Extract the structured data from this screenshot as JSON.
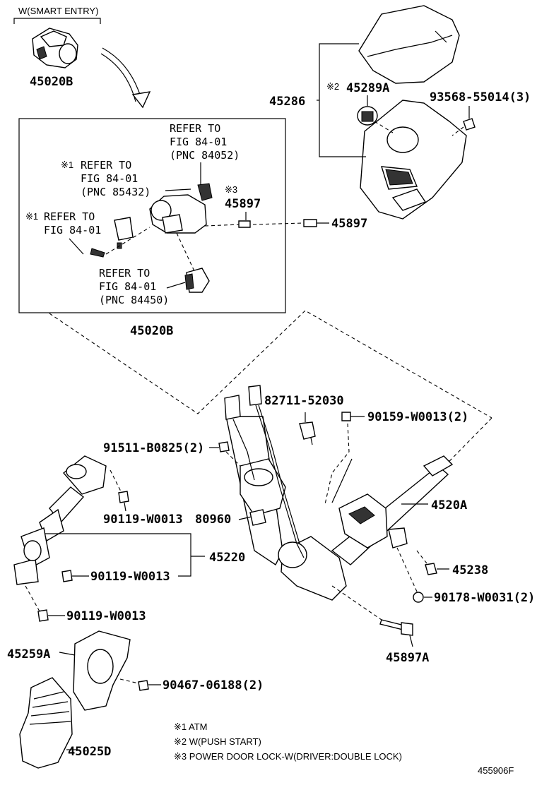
{
  "labels": {
    "smart_entry": "W(SMART ENTRY)",
    "p45020b_top": "45020B",
    "p45020b_bottom": "45020B",
    "p45286": "45286",
    "p45289a_mark": "※2",
    "p45289a": "45289A",
    "p93568": "93568-55014(3)",
    "ref1": [
      "REFER TO",
      "FIG 84-01",
      "(PNC 84052)"
    ],
    "ref2_mark": "※1",
    "ref2": [
      "REFER TO",
      "FIG 84-01",
      "(PNC 85432)"
    ],
    "ref3_mark": "※1",
    "ref3": [
      "REFER TO",
      "FIG 84-01"
    ],
    "ref4": [
      "REFER TO",
      "FIG 84-01",
      "(PNC 84450)"
    ],
    "p45897_mark": "※3",
    "p45897_inner": "45897",
    "p45897_outer": "45897",
    "p82711": "82711-52030",
    "p90159": "90159-W0013(2)",
    "p91511": "91511-B0825(2)",
    "p90119_a": "90119-W0013",
    "p80960": "80960",
    "p4520a": "4520A",
    "p45220": "45220",
    "p90119_b": "90119-W0013",
    "p45238": "45238",
    "p90178": "90178-W0031(2)",
    "p90119_c": "90119-W0013",
    "p45897a": "45897A",
    "p45259a": "45259A",
    "p90467": "90467-06188(2)",
    "p45025d": "45025D",
    "diagram_id": "455906F"
  },
  "notes": [
    "※1 ATM",
    "※2 W(PUSH START)",
    "※3 POWER DOOR LOCK-W(DRIVER:DOUBLE LOCK)"
  ]
}
